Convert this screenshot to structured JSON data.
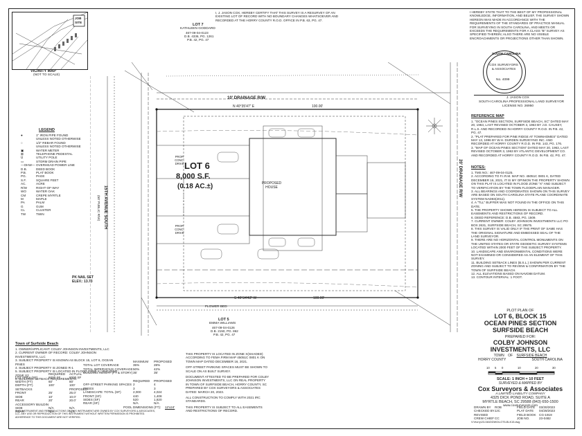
{
  "vicinity": {
    "title": "VICINITY MAP",
    "subtitle": "(NOT TO SCALE)",
    "job_site": "JOB SITE"
  },
  "certificate_top": "I, J. JASON COX, HEREBY CERTIFY THAT THIS SURVEY IS A RESURVEY OF AN EXISTING LOT OF RECORD WITH NO BOUNDARY CHANGES WHATSOEVER AND RECORDED AT THE HORRY COUNTY R.O.D. OFFICE IN P.B. 63, PG. 47.",
  "certificate_right": "I HEREBY STATE THAT TO THE BEST OF MY PROFESSIONAL KNOWLEDGE, INFORMATION, AND BELIEF, THE SURVEY SHOWN HEREON WAS MADE IN ACCORDANCE WITH THE REQUIREMENTS OF THE STANDARDS OF PRACTICE MANUAL FOR SURVEYING IN SOUTH CAROLINA, AND MEETS OR EXCEEDS THE REQUIREMENTS FOR A CLASS \"B\" SURVEY AS SPECIFIED THEREIN; ALSO THERE ARE NO VISIBLE ENCROACHMENTS OR PROJECTIONS OTHER THAN SHOWN.",
  "seal": {
    "top": "SOUTH CAROLINA",
    "name": "COX SURVEYORS & ASSOCIATES",
    "no": "No. 4099"
  },
  "surveyor": {
    "name": "J. JASON COX",
    "title": "SOUTH CAROLINA PROFESSIONAL LAND SURVEYOR",
    "license": "LICENSE NO. 26950"
  },
  "lots": {
    "lot7": {
      "label": "LOT 7",
      "owner": "KATHLEEN GODDARD",
      "tms": "467-09-04-0123",
      "db": "D.B. 4336, PG. 1261",
      "pb": "P.B. 42, PG. 47"
    },
    "lot5": {
      "label": "LOT 5",
      "owner": "EMMA WILLIAMS",
      "tms": "467-09-04-0126",
      "db": "D.B. 2150, PG. 862",
      "pb": "P.B. 42, PG. 47"
    },
    "lot6": {
      "label": "LOT 6",
      "area": "8,000 S.F.",
      "acres": "(0.18 AC.±)"
    }
  },
  "drainage_top": "10' DRAINAGE R/W",
  "drainage_right": "20' DRAINAGE R/W",
  "street": "15TH AVENUE SOUTH",
  "street_sub": "(50' PUBLIC R/W)",
  "bearing_top": "N 40°35'47\" E",
  "bearing_bottom": "S 40°34'43\" W",
  "dist": "100.00'",
  "house": "PROPOSED HOUSE",
  "flower_bed": "FLOWER BED",
  "pk_nail": "PK NAIL SET",
  "pk_elev": "ELEV.: 13.73",
  "drive": [
    "PROP. CONC. DRIVE",
    "PROP. CONC. DRIVE"
  ],
  "legend": {
    "title": "LEGEND",
    "items": [
      [
        "●",
        "1\" IRON PIPE FOUND"
      ],
      [
        "",
        "UNLESS NOTED OTHERWISE"
      ],
      [
        "○",
        "1/2\" REBAR FOUND"
      ],
      [
        "",
        "UNLESS NOTED OTHERWISE"
      ],
      [
        "▣",
        "WATER METER"
      ],
      [
        "⊠",
        "TELEPHONE PEDESTAL"
      ],
      [
        "ᑌ",
        "UTILITY POLE"
      ],
      [
        "▭",
        "STORM DRAIN PIPE"
      ],
      [
        "—OHW—",
        "OVERHEAD POWER LINE"
      ],
      [
        "D.B.",
        "DEED BOOK"
      ],
      [
        "P.B.",
        "PLAT BOOK"
      ],
      [
        "PG.",
        "PAGE"
      ],
      [
        "S.F.",
        "SQUARE FEET"
      ],
      [
        "AC.",
        "ACRE"
      ],
      [
        "R/W",
        "RIGHT-OF-WAY"
      ],
      [
        "WO",
        "WATER OAK"
      ],
      [
        "CM",
        "CREPE MYRTLE"
      ],
      [
        "M",
        "MAPLE"
      ],
      [
        "PA",
        "PALM"
      ],
      [
        "G",
        "GUM"
      ],
      [
        "CL",
        "CLUSTER"
      ],
      [
        "TW",
        "TWIN"
      ]
    ]
  },
  "reference": {
    "title": "REFERENCE MAP",
    "items": [
      "1. \"OCEAN PINES SECTION, SURFSIDE BEACH, SC\" DATED MAY 20, 1963, LAST REVISED OCTOBER 3, 1963 BY J.D. CAUSEY, R.L.S. AND RECORDED IN HORRY COUNTY R.O.D. IN P.B. 42, PG. 47.",
      "2. \"PLAT PREPARED FOR PINE RIDGE AT TOWNHOMES\" DATED MAY 13, 1996 BY W.H. DURDEN SURVEYING INC. AND RECORDED AT HORRY COUNTY R.O.D. IN P.B. 143, PG. 176.",
      "3. \"MAP OF OCEAN PINES SECTION\" DATED MAY 20, 1963, LAST REVISED OCTOBER 3, 1963 BY ATLANTIC DEVELOPMENT CO. AND RECORDED AT HORRY COUNTY R.O.D. IN P.B. 42, PG. 47."
    ]
  },
  "notes": {
    "title": "NOTES:",
    "items": [
      "1. TMS NO.: 467-09-04-0125.",
      "2. ACCORDING TO F.I.R.M. MAP NO. 45051C 0801 K, DATED DECEMBER 16, 2021, IT IS MY OPINION THE PROPERTY SHOWN ON THIS PLAT IS LOCATED IN FLOOD ZONE \"X\" AND SUBJECT TO VERIFICATION BY THE TOWN FLOODPLAIN MANAGER.",
      "3. ALL BEARINGS AND COORDINATES SHOWN ON THIS SURVEY ARE BASED ON SOUTH CAROLINA STATE PLANE COORDINATE SYSTEM NAD83(2011).",
      "4. A \"TLL\" BUFFER WAS NOT FOUND IN THE OFFICE ON THIS DATE.",
      "5. THE PROPERTY SHOWN HEREON IS SUBJECT TO ALL EASEMENTS AND RESTRICTIONS OF RECORD.",
      "6. DEED REFERENCE: D.B. 4583, PG. 1509.",
      "7. CURRENT OWNER: COLBY JOHNSON INVESTMENTS LLC PO BOX 2631, SURFSIDE BEACH, SC 29575.",
      "8. THIS SURVEY IS VALID ONLY IF THE PRINT OF SAME HAS THE ORIGINAL SIGNATURE AND EMBOSSED SEAL OF THE LAND SURVEYOR.",
      "9. THERE ARE NO HORIZONTAL CONTROL MONUMENTS ON THE UNITED STATES OR STATE GEODETIC SURVEY SYSTEMS LOCATED WITHIN 2000 FEET OF THE SUBJECT PROPERTY.",
      "10. LANDSCAPE AND ENVIRONMENTAL CONDITIONS WERE NOT EXAMINED OR CONSIDERED AS AN ELEMENT OF THIS SURVEY.",
      "11. BUILDING SETBACK LINES (B.S.L.) SHOWN PER CURRENT ZONING AND SUBJECT TO REVIEW & CONFIRMATION BY THE TOWN OF SURFSIDE BEACH.",
      "12. ALL ELEVATIONS BASED ON NAVD88 DATUM.",
      "13. CONTOUR INTERVAL: 1 FOOT."
    ]
  },
  "title_block": {
    "plot_plan": "PLOT PLAN OF",
    "line1": "LOT 6, BLOCK 15",
    "line2": "OCEAN PINES SECTION",
    "line3": "SURFSIDE BEACH",
    "prepared_for": "PREPARED FOR:",
    "client1": "COLBY JOHNSON",
    "client2": "INVESTMENTS, LLC",
    "town_label": "TOWN",
    "town_of": "OF",
    "town_name": "SURFSIDE BEACH",
    "county": "HORRY COUNTY",
    "state": "SOUTH CAROLINA",
    "scale_ticks": [
      "10",
      "5",
      "0",
      "10",
      "20",
      "30"
    ],
    "scale_text": "SCALE: 1 INCH = 10 FEET",
    "surveyed": "SURVEYED & MAPPED BY",
    "company": "Cox Surveyors & Associates",
    "llc": "A LIMITED LIABILITY COMPANY",
    "addr1": "4325 DICK POND ROAD, SUITE A",
    "addr2": "MYRTLE BEACH, SC 29588 (843) 650-1500",
    "web": "www.coxsurveyors.com",
    "rows": [
      [
        "DRAWN BY",
        "ROB",
        "FIELD DATE",
        "03/30/2023"
      ],
      [
        "CHECKED BY",
        "JJC",
        "PLAT DATE",
        "04/28/2023"
      ],
      [
        "REVISED",
        "",
        "FIELD BOOK",
        "CG-1919"
      ],
      [
        "CREW CHIEF",
        "CC",
        "JOB NO.",
        "23-0482"
      ]
    ]
  },
  "town_info": {
    "title": "Town of Surfside Beach",
    "items": [
      "1. OWNER/APPLICANT: COLBY JOHNSON INVESTMENTS, LLC",
      "2. CURRENT OWNER OF RECORD: COLBY JOHNSON INVESTMENTS, LLC",
      "3. SUBJECT PROPERTY IS KNOWN AS BLOCK 15, LOT 6, OCEAN PINES",
      "4. SUBJECT PROPERTY IS ZONED R-1",
      "5. SUBJECT PROPERTY IS LOCATED IN FLOOD ZONE X / BUILDING ZONE X2",
      "6. BUILDING SETBACK REQUIREMENTS:"
    ],
    "table_head": [
      "",
      "REQUIRED",
      "ACTUAL"
    ],
    "table_rows": [
      [
        "LOT AREA (SF)",
        "6000 SF",
        "8000 SF"
      ],
      [
        "WIDTH (FT)",
        "60'",
        "80'"
      ],
      [
        "DEPTH (FT)",
        "100'",
        "100'"
      ]
    ],
    "setback_head": [
      "SETBACKS",
      "",
      "PROPOSED"
    ],
    "setback_rows": [
      [
        "FRONT",
        "25'",
        "25.0'"
      ],
      [
        "SIDE",
        "10'",
        "10.0'"
      ],
      [
        "REAR",
        "20'",
        "20.0'"
      ],
      [
        "ACCESSORY BUILDING SETBACKS",
        "",
        ""
      ],
      [
        "SIDE",
        "N/A",
        "N/A"
      ],
      [
        "REAR",
        "N/A",
        "N/A"
      ]
    ]
  },
  "coverage": {
    "head": [
      "",
      "MAXIMUM",
      "PROPOSED"
    ],
    "rows": [
      [
        "TOTAL LOT COVERAGE",
        "35%",
        "28%"
      ],
      [
        "TOTAL IMPERVIOUS COVERAGE",
        "50%",
        "42%"
      ],
      [
        "BUILDING HEIGHT (FT & STORY)",
        "35'",
        "35'"
      ]
    ],
    "parking_head": [
      "",
      "REQUIRED",
      "PROPOSED"
    ],
    "parking_rows": [
      [
        "OFF-STREET PARKING SPACES",
        "2",
        "4"
      ],
      [
        "TREES",
        "3",
        "3"
      ],
      [
        "LANDSCAPE: TOTAL (SF)",
        "2,000",
        "4,024"
      ],
      [
        "FRONT (SF)",
        "440",
        "1,408"
      ],
      [
        "SIDES (SF)",
        "520",
        "1,820"
      ],
      [
        "REAR (SF)",
        "N/A",
        "N/A"
      ]
    ],
    "pool": "POOL DIMENSIONS (FT):",
    "pool_val": "12'x24'"
  },
  "mid_notes": [
    "THIS PROPERTY IS LOCATED IN ZONE X(SHADED) ACCORDING TO FEMA FIRM MAP 45051C 0801 K ON TOWN MAP DATED DECEMBER 16, 2021.",
    "OFF-STREET PARKING SPACES MUST BE SHOWN TO SCALE ON AS BUILT SURVEY.",
    "DOCUMENT ATTESTED TO BE PREPARED FOR COLBY JOHNSON INVESTMENTS, LLC ON REAL PROPERTY IN TOWN OF SURFSIDE BEACH, HORRY COUNTY, SC PREPARED BY COX SURVEYORS & ASSOCIATES DATED: MARCH 20, 2023.",
    "ALL CONSTRUCTION TO COMPLY WITH 2021 IRC STANDARDS.",
    "THIS PROPERTY IS SUBJECT TO ALL EASEMENTS AND RESTRICTIONS OF RECORD."
  ],
  "footer_left": "THIS INSTRUMENT AND REPRODUCTIONS OF THIS INSTRUMENT ARE OWNED BY COX SURVEYORS & ASSOCIATES, LLC. ANY USE OR REPRODUCTION OF THIS INSTRUMENT WITHOUT WRITTEN PERMISSION IS PROHIBITED. ADHERENCE TO THIS DOCUMENT ARE NOT VERIFIED.",
  "footer_path": "V:\\Horry\\23-0482\\DWG\\LOT6-BLK15.dwg"
}
